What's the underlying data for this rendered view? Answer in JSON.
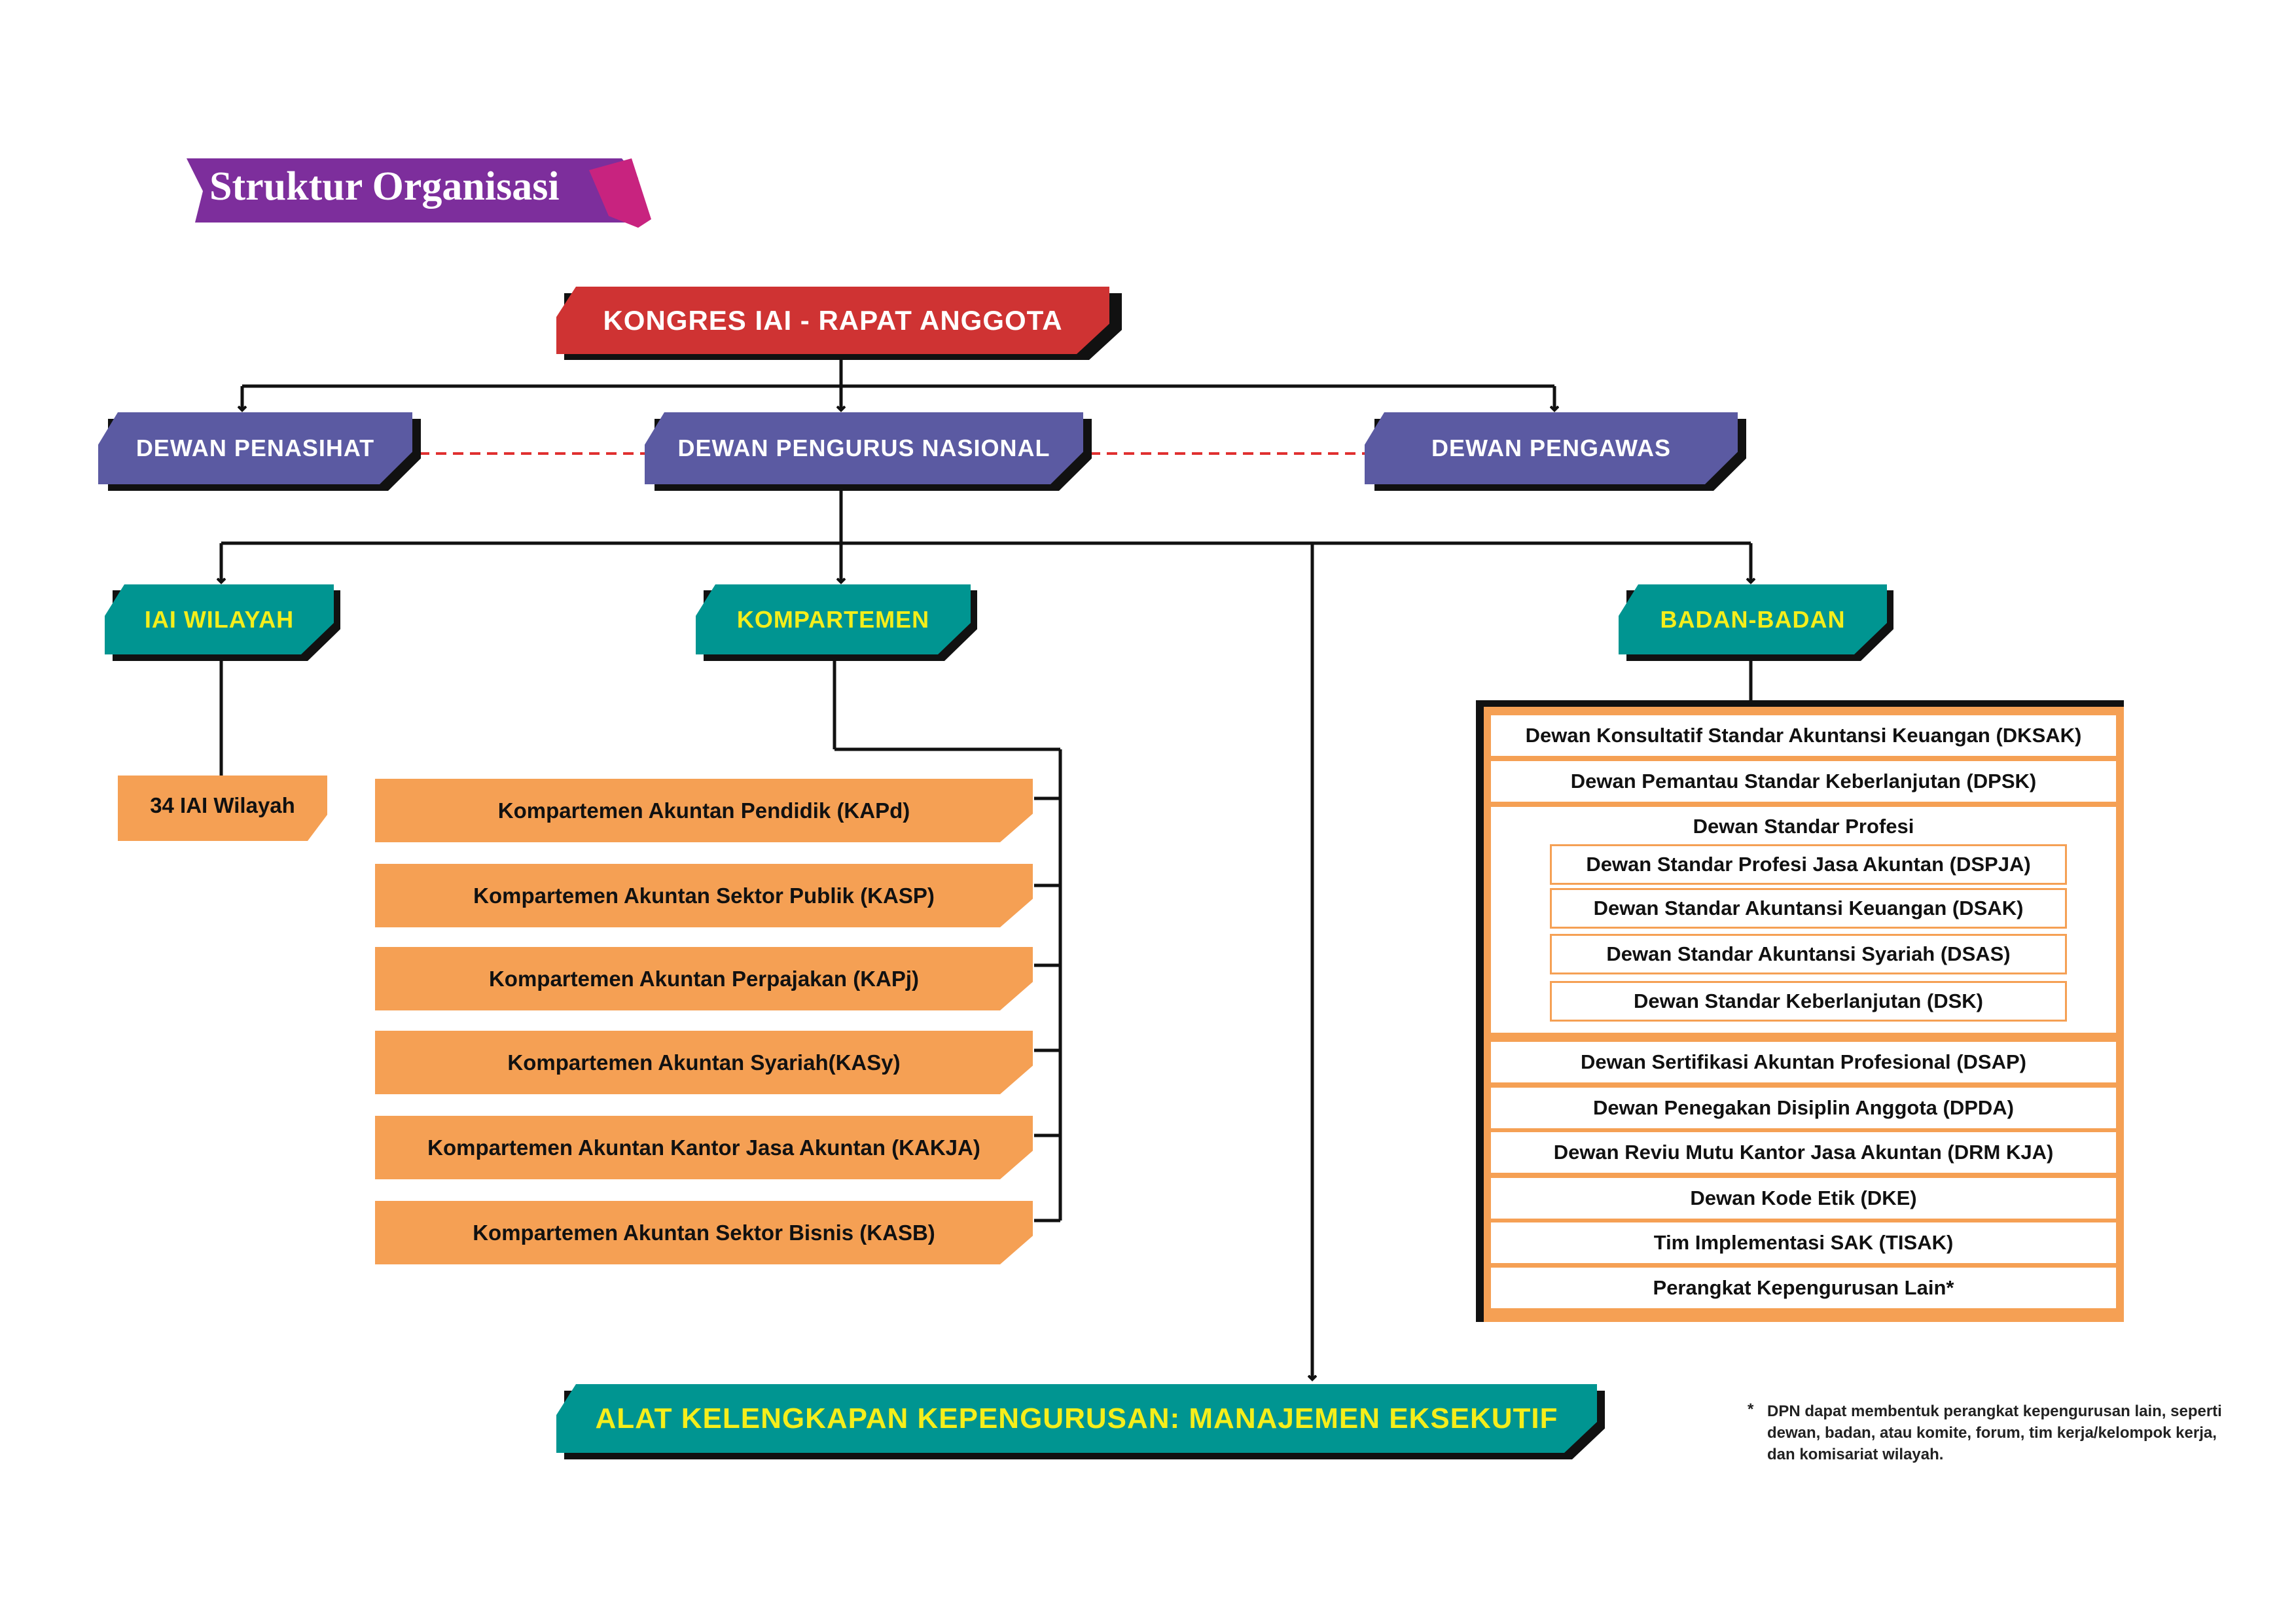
{
  "title": "Struktur Organisasi",
  "top": {
    "label": "KONGRES IAI - RAPAT ANGGOTA"
  },
  "level2": {
    "penasihat": "DEWAN PENASIHAT",
    "pengurus": "DEWAN PENGURUS NASIONAL",
    "pengawas": "DEWAN PENGAWAS"
  },
  "level3": {
    "wilayah": "IAI WILAYAH",
    "kompartemen": "KOMPARTEMEN",
    "badan": "BADAN-BADAN"
  },
  "wilayah_child": "34 IAI Wilayah",
  "kompartemen_items": [
    "Kompartemen Akuntan Pendidik (KAPd)",
    "Kompartemen Akuntan Sektor Publik (KASP)",
    "Kompartemen Akuntan Perpajakan (KAPj)",
    "Kompartemen Akuntan Syariah(KASy)",
    "Kompartemen Akuntan Kantor Jasa Akuntan (KAKJA)",
    "Kompartemen Akuntan Sektor Bisnis (KASB)"
  ],
  "badan_items": {
    "dksak": "Dewan Konsultatif Standar Akuntansi Keuangan (DKSAK)",
    "dpsk": "Dewan Pemantau Standar Keberlanjutan (DPSK)",
    "dsp": "Dewan Standar Profesi",
    "dsp_sub": [
      "Dewan Standar Profesi Jasa Akuntan (DSPJA)",
      "Dewan Standar Akuntansi Keuangan (DSAK)",
      "Dewan Standar Akuntansi Syariah (DSAS)",
      "Dewan Standar Keberlanjutan (DSK)"
    ],
    "rest": [
      "Dewan Sertifikasi Akuntan Profesional (DSAP)",
      "Dewan Penegakan Disiplin Anggota (DPDA)",
      "Dewan Reviu Mutu Kantor Jasa Akuntan (DRM KJA)",
      "Dewan Kode Etik (DKE)",
      "Tim Implementasi SAK (TISAK)",
      "Perangkat Kepengurusan Lain*"
    ]
  },
  "executive": "ALAT KELENGKAPAN KEPENGURUSAN: MANAJEMEN EKSEKUTIF",
  "footnote": {
    "star": "*",
    "text": "DPN dapat membentuk perangkat kepengurusan lain, seperti dewan, badan, atau komite, forum, tim kerja/kelompok kerja, dan komisariat wilayah."
  },
  "colors": {
    "red": "#cf3333",
    "purple": "#5b5aa2",
    "teal": "#009591",
    "yellow_text": "#f5ee1b",
    "orange": "#f5a054",
    "dash_red": "#e03030"
  }
}
